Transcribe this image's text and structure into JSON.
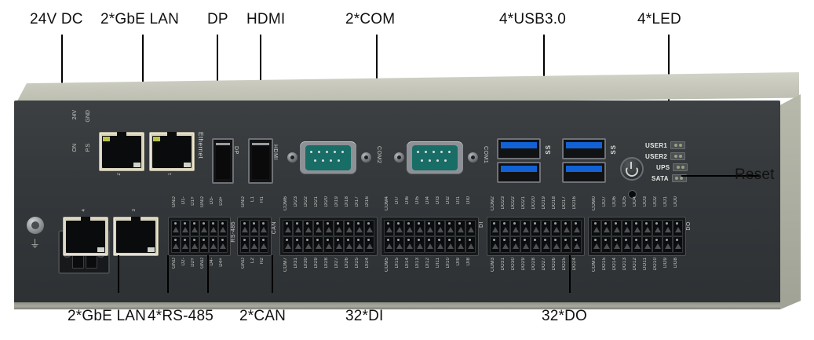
{
  "device": {
    "name": "industrial-embedded-controller-io-panel",
    "colors": {
      "top_panel": "#c6c7ba",
      "body": "#34383b",
      "usb_blue": "#1262d6",
      "db9_teal": "#186d66",
      "rj45_ivory": "#d8d3bc",
      "callout_text": "#111111"
    }
  },
  "callouts": {
    "top": [
      {
        "label": "24V DC",
        "name": "callout-24v-dc"
      },
      {
        "label": "2*GbE LAN",
        "name": "callout-2-gbe-lan-top"
      },
      {
        "label": "DP",
        "name": "callout-dp"
      },
      {
        "label": "HDMI",
        "name": "callout-hdmi"
      },
      {
        "label": "2*COM",
        "name": "callout-2-com"
      },
      {
        "label": "4*USB3.0",
        "name": "callout-4-usb30"
      },
      {
        "label": "4*LED",
        "name": "callout-4-led"
      }
    ],
    "bottom": [
      {
        "label": "2*GbE LAN",
        "name": "callout-2-gbe-lan-bottom"
      },
      {
        "label": "4*RS-485",
        "name": "callout-4-rs485"
      },
      {
        "label": "2*CAN",
        "name": "callout-2-can"
      },
      {
        "label": "32*DI",
        "name": "callout-32-di"
      },
      {
        "label": "32*DO",
        "name": "callout-32-do"
      }
    ],
    "right": [
      {
        "label": "Reset",
        "name": "callout-reset"
      }
    ]
  },
  "power_terminal": {
    "name": "power-terminal-block",
    "top_pins": [
      "24V",
      "GND"
    ],
    "bottom_pins": [
      "ON",
      "P.S"
    ]
  },
  "ethernet_top": {
    "group_label": "Ethernet",
    "ports": [
      {
        "label": "2",
        "name": "lan-port-2"
      },
      {
        "label": "1",
        "name": "lan-port-1"
      }
    ]
  },
  "ethernet_bottom": {
    "ports": [
      {
        "label": "4",
        "name": "lan-port-4"
      },
      {
        "label": "3",
        "name": "lan-port-3"
      }
    ]
  },
  "display_ports": [
    {
      "label": "DP",
      "name": "displayport-connector"
    },
    {
      "label": "HDMI",
      "name": "hdmi-connector"
    }
  ],
  "serial_ports": [
    {
      "label": "COM2",
      "name": "serial-port-com2"
    },
    {
      "label": "COM1",
      "name": "serial-port-com1"
    }
  ],
  "usb_ports": {
    "logo": "SS",
    "count": 4,
    "groups": [
      {
        "name": "usb3-group-left"
      },
      {
        "name": "usb3-group-right"
      }
    ]
  },
  "led_panel": {
    "indicators": [
      {
        "label": "USER1",
        "name": "led-user1"
      },
      {
        "label": "USER2",
        "name": "led-user2"
      },
      {
        "label": "UPS",
        "name": "led-ups"
      },
      {
        "label": "SATA",
        "name": "led-sata"
      }
    ],
    "power_button": "power-button",
    "reset_pinhole": "reset-pinhole"
  },
  "rs485_terminal": {
    "block_label": "RS-485",
    "top_pins": [
      "GND",
      "D1-",
      "D1+",
      "GND",
      "D3-",
      "D3+"
    ],
    "bottom_pins": [
      "GND",
      "D2-",
      "D2+",
      "GND",
      "D4-",
      "D4+"
    ]
  },
  "can_terminal": {
    "block_label": "CAN",
    "top_pins": [
      "GND",
      "L1",
      "H1"
    ],
    "bottom_pins": [
      "GND",
      "L2",
      "H2"
    ]
  },
  "di_terminals": {
    "block_label": "DI",
    "groups": [
      {
        "name": "di-group-23-16",
        "top_pins": [
          "COM6",
          "DI23",
          "DI22",
          "DI21",
          "DI20",
          "DI19",
          "DI18",
          "DI17",
          "DI16"
        ],
        "bottom_pins": [
          "COM7",
          "DI31",
          "DI30",
          "DI29",
          "DI28",
          "DI27",
          "DI26",
          "DI25",
          "DI24"
        ]
      },
      {
        "name": "di-group-7-0",
        "top_pins": [
          "COM4",
          "DI7",
          "DI6",
          "DI5",
          "DI4",
          "DI3",
          "DI2",
          "DI1",
          "DI0"
        ],
        "bottom_pins": [
          "COM5",
          "DI15",
          "DI14",
          "DI13",
          "DI12",
          "DI11",
          "DI10",
          "DI9",
          "DI8"
        ]
      }
    ]
  },
  "do_terminals": {
    "block_label": "DO",
    "groups": [
      {
        "name": "do-group-23-16",
        "top_pins": [
          "COM2",
          "DO23",
          "DO22",
          "DO21",
          "DO20",
          "DO19",
          "DO18",
          "DO17",
          "DO16"
        ],
        "bottom_pins": [
          "COM3",
          "DO31",
          "DO30",
          "DO29",
          "DO28",
          "DO27",
          "DO26",
          "DO25",
          "DO24"
        ]
      },
      {
        "name": "do-group-7-0",
        "top_pins": [
          "COM0",
          "DO7",
          "DO6",
          "DO5",
          "DO4",
          "DO3",
          "DO2",
          "DO1",
          "DO0"
        ],
        "bottom_pins": [
          "COM1",
          "DO15",
          "DO14",
          "DO13",
          "DO12",
          "DO11",
          "DO10",
          "DO9",
          "DO8"
        ]
      }
    ]
  },
  "ground": {
    "name": "chassis-ground-screw",
    "symbol": "⏚"
  }
}
